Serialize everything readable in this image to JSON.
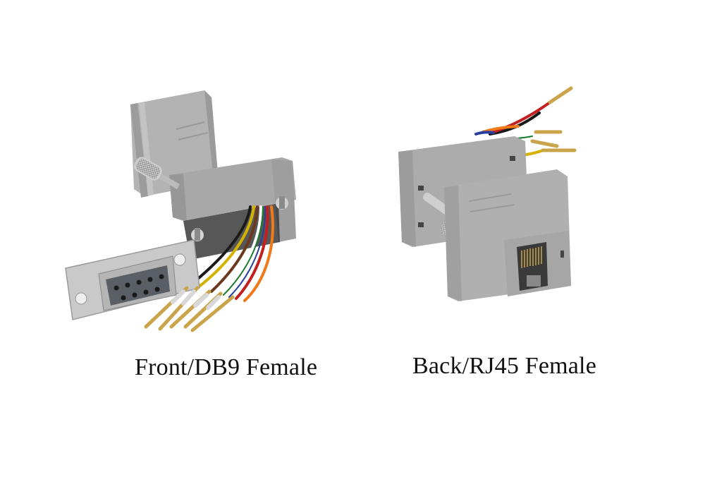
{
  "products": [
    {
      "id": "front",
      "caption": "Front/DB9 Female",
      "connector": "DB9 female",
      "housing_color": "#a9a9a9",
      "wire_colors": [
        "#1a1a1a",
        "#d4b200",
        "#6b3a1e",
        "#ffffff",
        "#1a7a2e",
        "#2a3fa0",
        "#c22020",
        "#f07a1a"
      ]
    },
    {
      "id": "back",
      "caption": "Back/RJ45 Female",
      "connector": "RJ45 female",
      "housing_color": "#a9a9a9",
      "wire_colors": [
        "#2a3fa0",
        "#f07a1a",
        "#1a1a1a",
        "#c22020",
        "#ffffff",
        "#1a7a2e",
        "#d4b200"
      ]
    }
  ],
  "colors": {
    "background": "#ffffff",
    "caption_text": "#111111",
    "housing_light": "#bdbdbd",
    "housing_mid": "#a9a9a9",
    "housing_dark": "#8e8e8e",
    "metal": "#c8c8c8",
    "gold": "#c9a44a"
  }
}
